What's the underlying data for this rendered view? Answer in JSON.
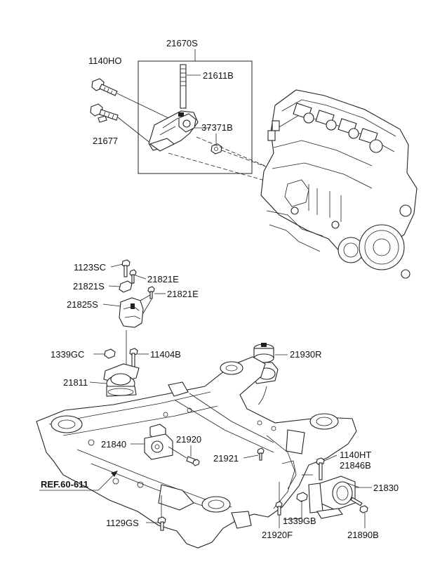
{
  "parts": {
    "p21670S": "21670S",
    "p1140HO": "1140HO",
    "p21611B": "21611B",
    "p37371B": "37371B",
    "p21677": "21677",
    "p1123SC": "1123SC",
    "p21821E_a": "21821E",
    "p21821S": "21821S",
    "p21821E_b": "21821E",
    "p21825S": "21825S",
    "p1339GC": "1339GC",
    "p11404B": "11404B",
    "p21930R": "21930R",
    "p21811": "21811",
    "p21840": "21840",
    "p21920": "21920",
    "p21921": "21921",
    "p1140HT": "1140HT",
    "p21846B": "21846B",
    "p21830": "21830",
    "pREF": "REF.60-611",
    "p1339GB": "1339GB",
    "p1129GS": "1129GS",
    "p21920F": "21920F",
    "p21890B": "21890B"
  }
}
